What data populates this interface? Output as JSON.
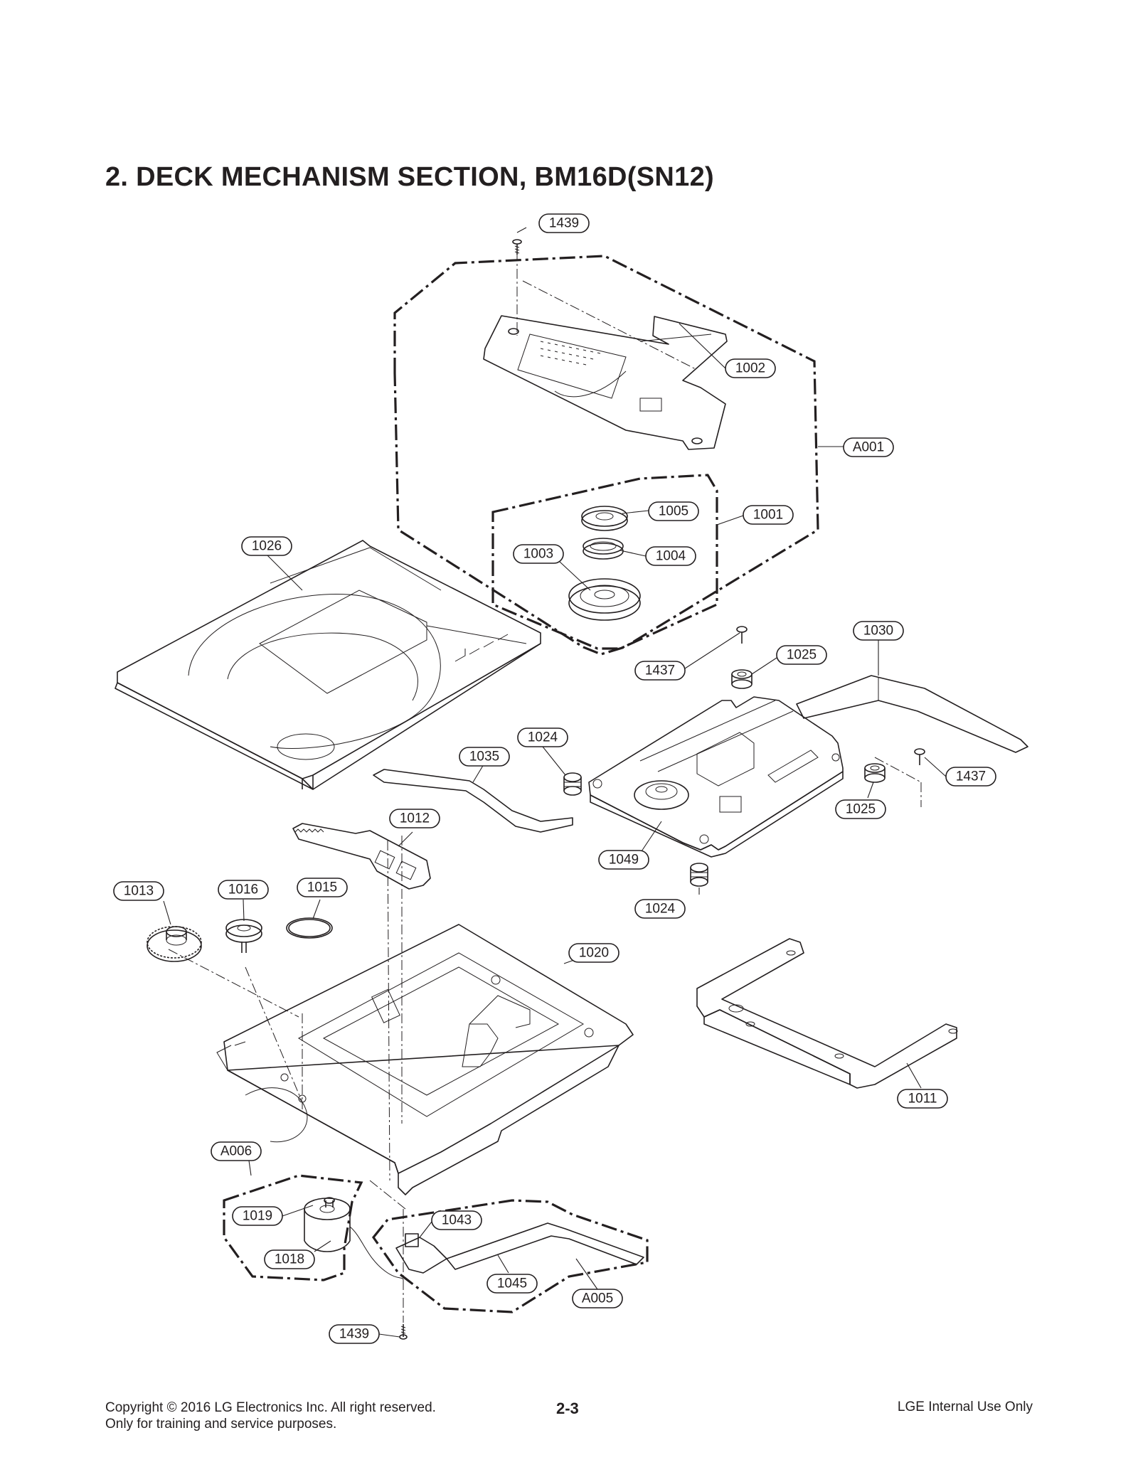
{
  "title": "2. DECK MECHANISM SECTION, BM16D(SN12)",
  "callouts": [
    {
      "id": "c-1439-top",
      "label": "1439"
    },
    {
      "id": "c-1002",
      "label": "1002"
    },
    {
      "id": "c-A001",
      "label": "A001"
    },
    {
      "id": "c-1005",
      "label": "1005"
    },
    {
      "id": "c-1001",
      "label": "1001"
    },
    {
      "id": "c-1004",
      "label": "1004"
    },
    {
      "id": "c-1003",
      "label": "1003"
    },
    {
      "id": "c-1026",
      "label": "1026"
    },
    {
      "id": "c-1030",
      "label": "1030"
    },
    {
      "id": "c-1025-top",
      "label": "1025"
    },
    {
      "id": "c-1437-left",
      "label": "1437"
    },
    {
      "id": "c-1024-top",
      "label": "1024"
    },
    {
      "id": "c-1035",
      "label": "1035"
    },
    {
      "id": "c-1437-right",
      "label": "1437"
    },
    {
      "id": "c-1025-right",
      "label": "1025"
    },
    {
      "id": "c-1012",
      "label": "1012"
    },
    {
      "id": "c-1049",
      "label": "1049"
    },
    {
      "id": "c-1013",
      "label": "1013"
    },
    {
      "id": "c-1016",
      "label": "1016"
    },
    {
      "id": "c-1015",
      "label": "1015"
    },
    {
      "id": "c-1024-bottom",
      "label": "1024"
    },
    {
      "id": "c-1020",
      "label": "1020"
    },
    {
      "id": "c-1011",
      "label": "1011"
    },
    {
      "id": "c-A006",
      "label": "A006"
    },
    {
      "id": "c-1043",
      "label": "1043"
    },
    {
      "id": "c-1019",
      "label": "1019"
    },
    {
      "id": "c-1018",
      "label": "1018"
    },
    {
      "id": "c-1045",
      "label": "1045"
    },
    {
      "id": "c-A005",
      "label": "A005"
    },
    {
      "id": "c-1439-bottom",
      "label": "1439"
    }
  ],
  "footer": {
    "copyright_line1": "Copyright © 2016 LG Electronics Inc. All right reserved.",
    "copyright_line2": "Only for training and service purposes.",
    "page_number": "2-3",
    "internal": "LGE Internal Use Only"
  }
}
